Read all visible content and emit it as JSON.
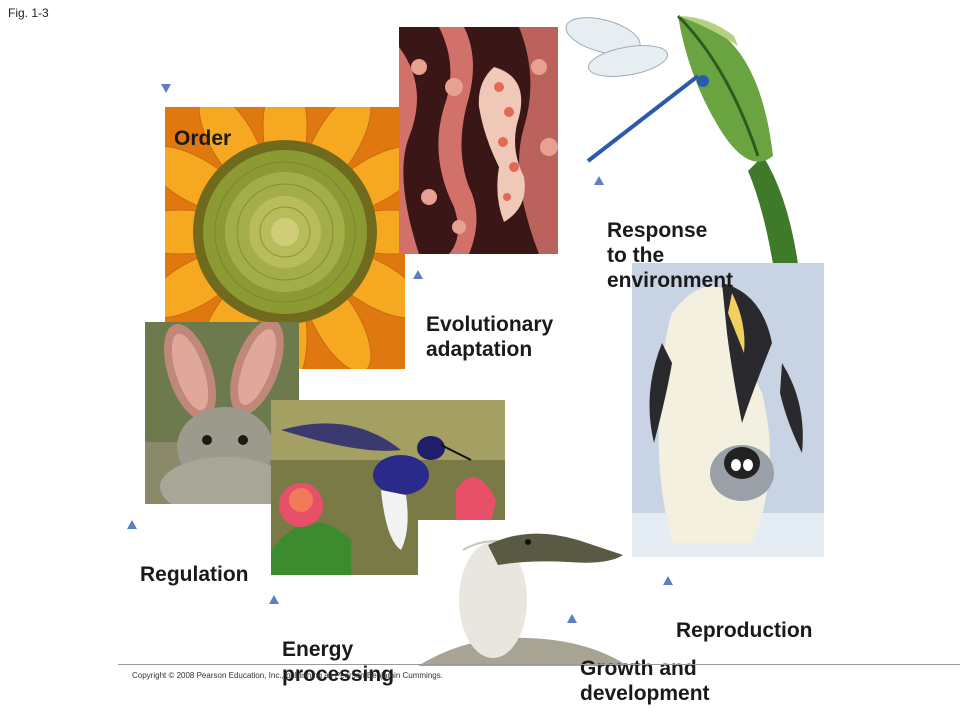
{
  "figure_label": "Fig. 1-3",
  "captions": {
    "order": "Order",
    "evolutionary": "Evolutionary\nadaptation",
    "response": "Response\nto the\nenvironment",
    "regulation": "Regulation",
    "energy": "Energy\nprocessing",
    "reproduction": "Reproduction",
    "growth": "Growth and\ndevelopment"
  },
  "copyright": "Copyright © 2008 Pearson Education, Inc., publishing as Pearson Benjamin Cummings.",
  "colors": {
    "triangle_marker": "#5b7fbf",
    "sunflower_petal": "#f0a020",
    "sunflower_center": "#8a9a3a",
    "seahorse_bg": "#3a1616",
    "penguin_sky": "#c8d4e4"
  },
  "icons": [
    "triangle-marker-icon"
  ]
}
